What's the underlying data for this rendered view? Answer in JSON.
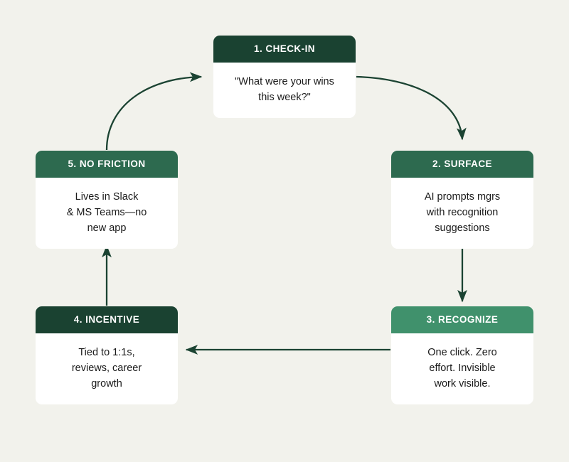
{
  "diagram": {
    "title": "Recognition loop flow",
    "background_color": "#f2f2ec",
    "line_color": "#1b4332",
    "text_color": "#1a1a1a",
    "nodes": [
      {
        "id": "check-in",
        "header": "1. CHECK-IN",
        "body": "\"What were your wins\nthis week?\"",
        "header_color": "#1a4231"
      },
      {
        "id": "surface",
        "header": "2. SURFACE",
        "body": "AI prompts mgrs\nwith recognition\nsuggestions",
        "header_color": "#2d6a4f"
      },
      {
        "id": "recognize",
        "header": "3. RECOGNIZE",
        "body": "One click. Zero\neffort. Invisible\nwork visible.",
        "header_color": "#40916c"
      },
      {
        "id": "incentive",
        "header": "4. INCENTIVE",
        "body": "Tied to 1:1s,\nreviews, career\ngrowth",
        "header_color": "#1a4231"
      },
      {
        "id": "no-friction",
        "header": "5. NO FRICTION",
        "body": "Lives in Slack\n& MS Teams—no\nnew app",
        "header_color": "#2d6a4f"
      }
    ],
    "connectors": [
      {
        "id": "check-in-to-surface",
        "from": "check-in",
        "to": "surface",
        "style": "curved"
      },
      {
        "id": "surface-to-recognize",
        "from": "surface",
        "to": "recognize",
        "style": "straight-down"
      },
      {
        "id": "recognize-to-incentive",
        "from": "recognize",
        "to": "incentive",
        "style": "straight-left"
      },
      {
        "id": "incentive-to-no-friction",
        "from": "incentive",
        "to": "no-friction",
        "style": "straight-up"
      },
      {
        "id": "no-friction-to-check-in",
        "from": "no-friction",
        "to": "check-in",
        "style": "curved"
      }
    ]
  }
}
